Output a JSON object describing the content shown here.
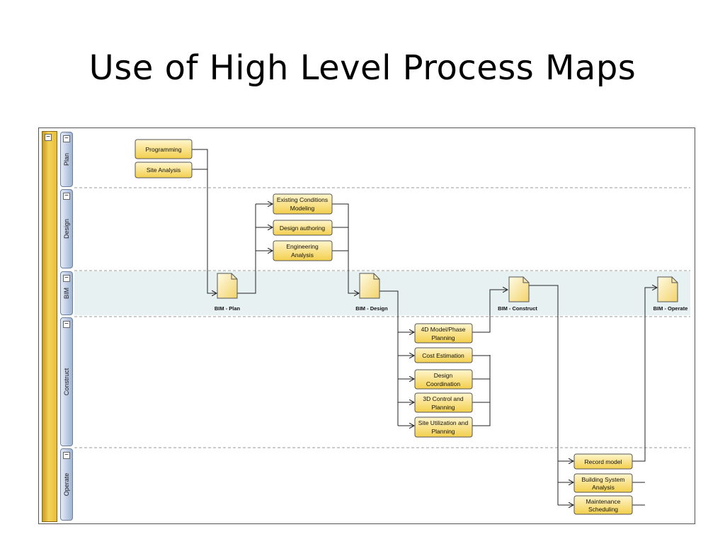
{
  "slide": {
    "title": "Use of High Level Process Maps"
  },
  "pool": {
    "toggle": "−"
  },
  "lanes": [
    {
      "id": "plan",
      "label": "Plan"
    },
    {
      "id": "design",
      "label": "Design"
    },
    {
      "id": "bim",
      "label": "BIM"
    },
    {
      "id": "construct",
      "label": "Construct"
    },
    {
      "id": "operate",
      "label": "Operate"
    }
  ],
  "processes": {
    "programming": [
      "Programming"
    ],
    "site_analysis": [
      "Site Analysis"
    ],
    "existing_conditions": [
      "Existing Conditions",
      "Modeling"
    ],
    "design_authoring": [
      "Design authoring"
    ],
    "engineering_analysis": [
      "Engineering",
      "Analysis"
    ],
    "phase_planning": [
      "4D Model/Phase",
      "Planning"
    ],
    "cost_estimation": [
      "Cost Estimation"
    ],
    "design_coordination": [
      "Design",
      "Coordination"
    ],
    "control_planning": [
      "3D Control and",
      "Planning"
    ],
    "site_utilization": [
      "Site Utilization and",
      "Planning"
    ],
    "record_model": [
      "Record model"
    ],
    "building_system": [
      "Building System",
      "Analysis"
    ],
    "maintenance": [
      "Maintenance",
      "Scheduling"
    ]
  },
  "documents": {
    "bim_plan": "BIM - Plan",
    "bim_design": "BIM - Design",
    "bim_construct": "BIM - Construct",
    "bim_operate": "BIM - Operate"
  },
  "colors": {
    "box_fill_top": "#fff6cf",
    "box_fill_bottom": "#f3cf4c",
    "box_stroke": "#555555",
    "pool_bar": "#e8bd35",
    "bim_band": "#e8f1f2",
    "lane_tab": "#9fb3d3"
  }
}
